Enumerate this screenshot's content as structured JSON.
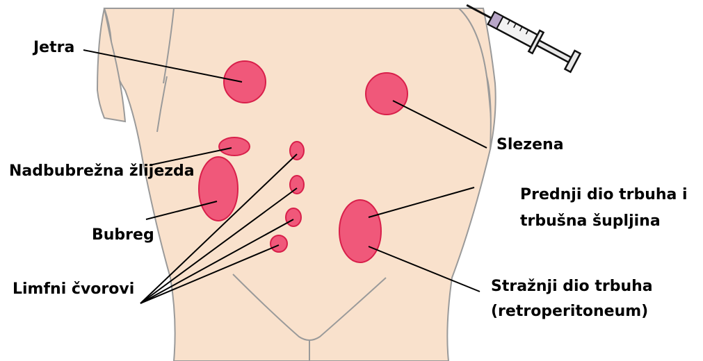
{
  "colors": {
    "skin": "#f9e1cc",
    "outline": "#9a9a9a",
    "organ_fill": "#f0587a",
    "organ_stroke": "#d81f4a",
    "leader": "#000000"
  },
  "labels": {
    "liver": "Jetra",
    "spleen": "Slezena",
    "adrenal": "Nadbubrežna žlijezda",
    "kidney": "Bubreg",
    "lymph": "Limfni čvorovi",
    "anterior_line1": "Prednji dio trbuha i",
    "anterior_line2": "trbušna šupljina",
    "posterior_line1": "Stražnji dio trbuha",
    "posterior_line2": "(retroperitoneum)"
  },
  "icons": {
    "syringe": "syringe-icon"
  }
}
